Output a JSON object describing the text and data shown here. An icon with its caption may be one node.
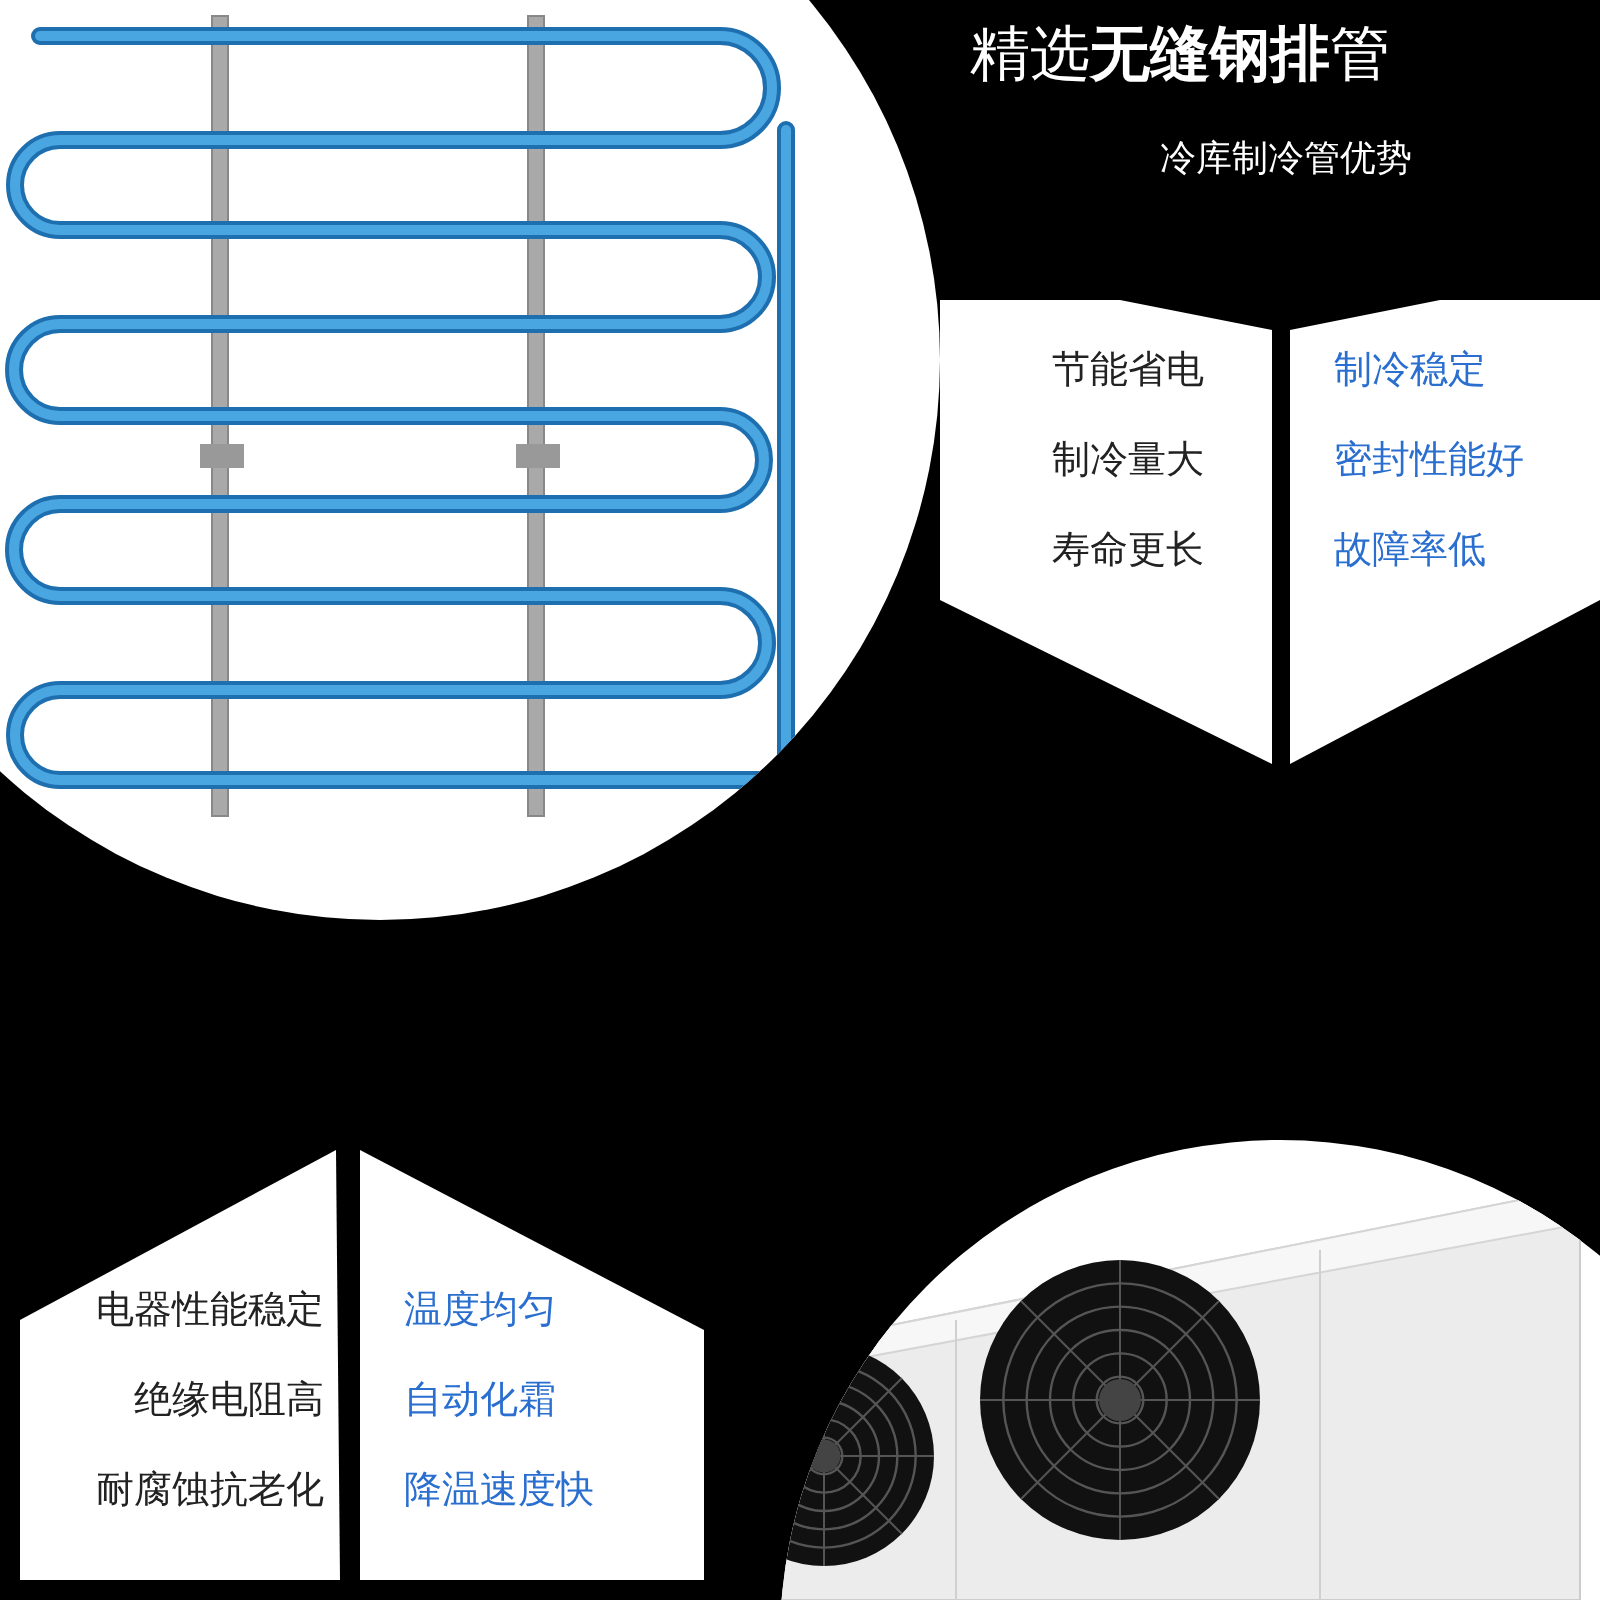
{
  "diagram": {
    "title": "精选**无缝钢排**管",
    "nodes": [
      {
        "text": [
          "节能省电",
          "制冷量大",
          "寿命更长"
        ]
      },
      {
        "text": [
          "制冷稳定",
          "密封性能好",
          "故障率低"
        ]
      },
      {
        "text": [
          "电器性能稳定",
          "绝缘电阻高",
          "耐腐蚀抗老化"
        ]
      },
      {
        "text": [
          "温度均匀",
          "自动化霜",
          "降温速度快"
        ]
      }
    ],
    "labels": [
      "冷库制冷管优势"
    ]
  }
}
